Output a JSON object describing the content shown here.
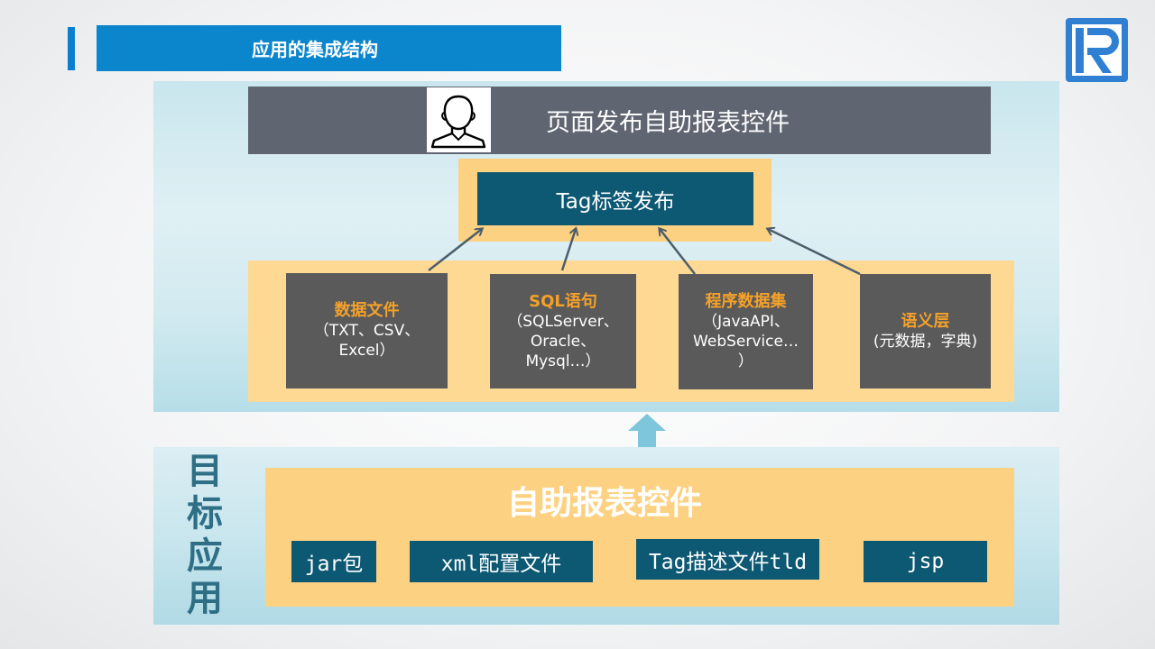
{
  "title": "应用的集成结构",
  "header": {
    "text": "页面发布自助报表控件"
  },
  "tag_publish": {
    "label": "Tag标签发布"
  },
  "sources": [
    {
      "title": "数据文件",
      "lines": [
        "（TXT、CSV、",
        "Excel）"
      ]
    },
    {
      "title": "SQL语句",
      "lines": [
        "（SQLServer、",
        "Oracle、",
        "Mysql…）"
      ]
    },
    {
      "title": "程序数据集",
      "lines": [
        "（JavaAPI、",
        "WebService…",
        "）"
      ]
    },
    {
      "title": "语义层",
      "lines": [
        "(元数据，字典)"
      ]
    }
  ],
  "side_label": [
    "目",
    "标",
    "应",
    "用"
  ],
  "control": {
    "title": "自助报表控件",
    "chips": [
      "jar包",
      "xml配置文件",
      "Tag描述文件tld",
      "jsp"
    ]
  },
  "colors": {
    "title_bar": "#0b85cc",
    "dark_teal": "#0d5873",
    "orange_panel": "#fdd182",
    "source_title": "#f4a12a",
    "header_gray": "#5f6571"
  },
  "icons": {
    "avatar": "user-avatar-icon",
    "logo": "r-logo-icon",
    "up_arrow": "up-arrow-icon"
  }
}
